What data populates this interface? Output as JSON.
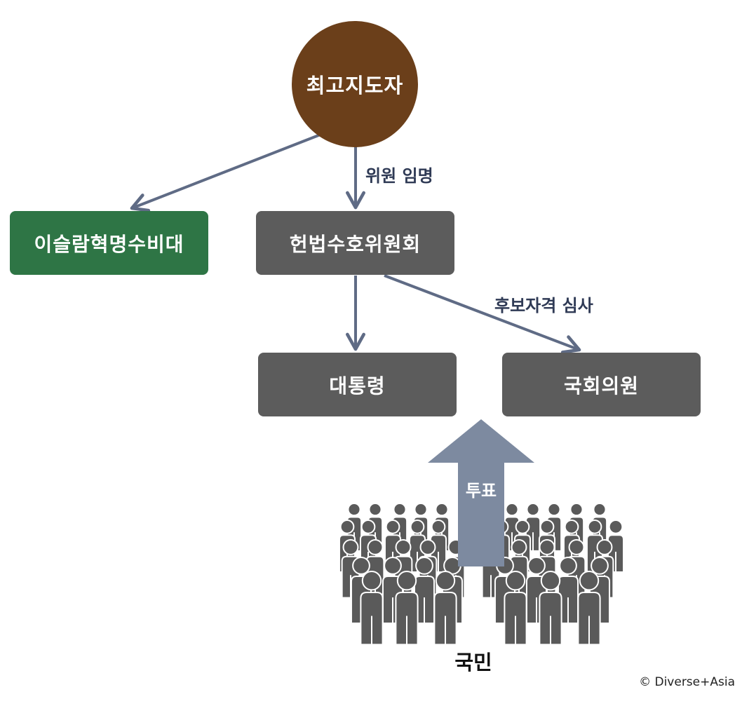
{
  "nodes": {
    "supreme_leader": "최고지도자",
    "revolutionary_guard": "이슬람혁명수비대",
    "guardian_council": "헌법수호위원회",
    "president": "대통령",
    "parliament": "국회의원"
  },
  "edges": {
    "appoint_members": "위원 임명",
    "candidate_vetting": "후보자격 심사",
    "vote": "투표"
  },
  "people_label": "국민",
  "credit": "© Diverse+Asia",
  "colors": {
    "leader_circle": "#6b3f1a",
    "guard_box": "#2e7545",
    "gray_box": "#5c5c5c",
    "connector": "#5f6b85",
    "vote_arrow": "#7d8aa0",
    "people_icons": "#5a5a5a",
    "edge_label_text": "#2f3a55"
  },
  "icons": {
    "crowd": "crowd-of-people-icon"
  }
}
